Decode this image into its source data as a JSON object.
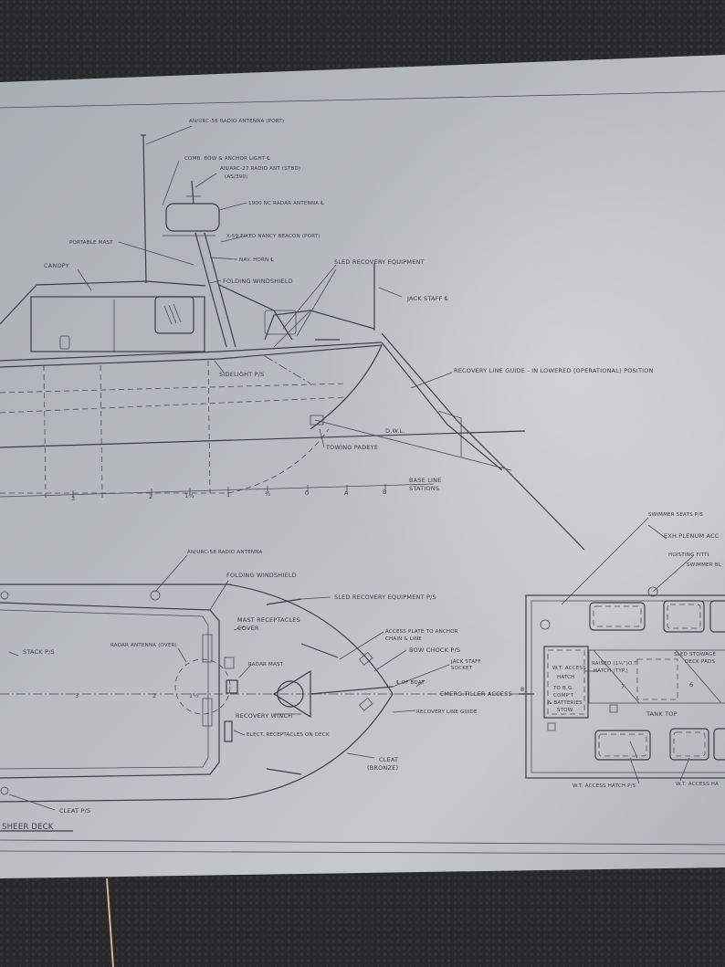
{
  "profile_labels": {
    "radio_antenna_port": "AN/URC-58 RADIO ANTENNA (PORT)",
    "comb_bow_anchor_light": "COMB. BOW & ANCHOR LIGHT ℄",
    "radio_ant_stbd": "AN/ARC-27 RADIO ANT (STBD)",
    "radio_ant_stbd_2": "(AS/390)",
    "radar_antenna": "1900 NC RADAR ANTENNA ℄",
    "nancy_beacon": "X-59 FIXED NANCY BEACON (PORT)",
    "portable_mast": "PORTABLE MAST",
    "nav_horn": "NAV. HORN ℄",
    "canopy": "CANOPY",
    "folding_windshield": "FOLDING WINDSHIELD",
    "sled_recovery": "SLED RECOVERY EQUIPMENT",
    "jack_staff": "JACK STAFF ℄",
    "sidelight": "SIDELIGHT P/S",
    "recovery_line_guide": "RECOVERY LINE GUIDE - IN LOWERED (OPERATIONAL) POSITION",
    "dwl": "D.W.L.",
    "towing_padeye": "TOWING PADEYE",
    "base_line": "BASE LINE",
    "stations": "STATIONS",
    "station_3": "3",
    "station_2": "2",
    "station_1h": "1½",
    "station_1": "1",
    "station_h": "½",
    "station_0": "0",
    "station_a": "A",
    "station_b": "B"
  },
  "plan_labels": {
    "radio_antenna_plan": "AN/URC-58 RADIO ANTENNA",
    "folding_windshield": "FOLDING WINDSHIELD",
    "sled_recovery_ps": "SLED RECOVERY EQUIPMENT P/S",
    "mast_receptacles": "MAST RECEPTACLES",
    "cover": "COVER",
    "stack": "STACK P/S",
    "radar_antenna_over": "RADAR ANTENNA (OVER)",
    "radar_mast": "RADAR MAST",
    "access_plate": "ACCESS PLATE TO ANCHOR",
    "access_plate_2": "CHAIN & LINE",
    "bow_chock": "BOW CHOCK P/S",
    "jack_staff_socket": "JACK STAFF",
    "jack_staff_socket_2": "SOCKET",
    "cl_boat": "℄ OF BOAT",
    "emerg_tiller": "EMERG.TILLER ACCESS",
    "recovery_winch": "RECOVERY WINCH",
    "recovery_line_guide": "RECOVERY LINE GUIDE",
    "elect_receptacles": "ELECT. RECEPTACLES ON DECK",
    "cleat": "CLEAT",
    "bronze": "(BRONZE)",
    "cleat_ps": "CLEAT P/S",
    "sheer_deck": "SHEER DECK",
    "station_3": "3",
    "station_2": "2",
    "station_1h": "1½"
  },
  "deck_labels": {
    "swimmer_seats": "SWIMMER SEATS P/S",
    "exh_plenum": "EXH.PLENUM ACC",
    "hoisting_fitting": "HOISTING FITTI",
    "swimmer_bl": "SWIMMER BL",
    "wt_access_hatch": "W.T. ACCESS",
    "wt_access_hatch_2": "HATCH",
    "to_bg": "TO B.G.",
    "compt": "COMP'T",
    "batteries": "& BATTERIES",
    "stow": "STOW.",
    "raised_hatch": "RAISED (1½\")O.T.",
    "raised_hatch_2": "HATCH (TYP.)",
    "sled_stowage": "SLED STOWAGE",
    "deck_pads": "DECK PADS",
    "tank_top": "TANK TOP",
    "wt_access_ps": "W.T. ACCESS HATCH P/S",
    "wt_access_ha": "W.T. ACCESS HA",
    "num_6": "6",
    "num_7": "7",
    "num_8": "8"
  }
}
